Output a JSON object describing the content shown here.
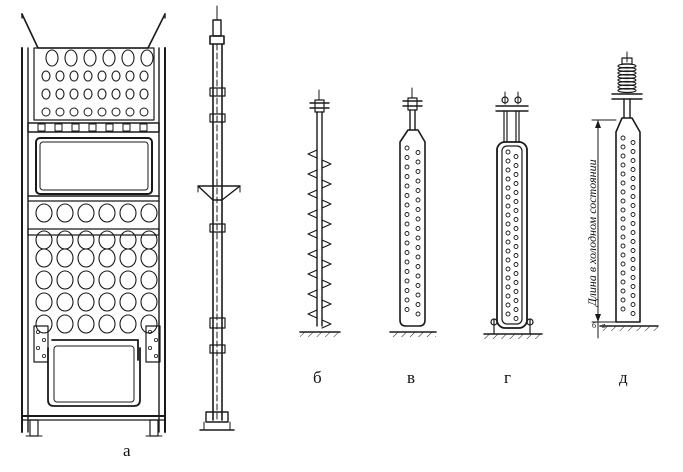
{
  "labels": {
    "a": "а",
    "b": "б",
    "v": "в",
    "g": "г",
    "d": "д"
  },
  "annotation_d": "Длина в холодном состоянии",
  "dim_small": "6",
  "dim_small_2": "z"
}
